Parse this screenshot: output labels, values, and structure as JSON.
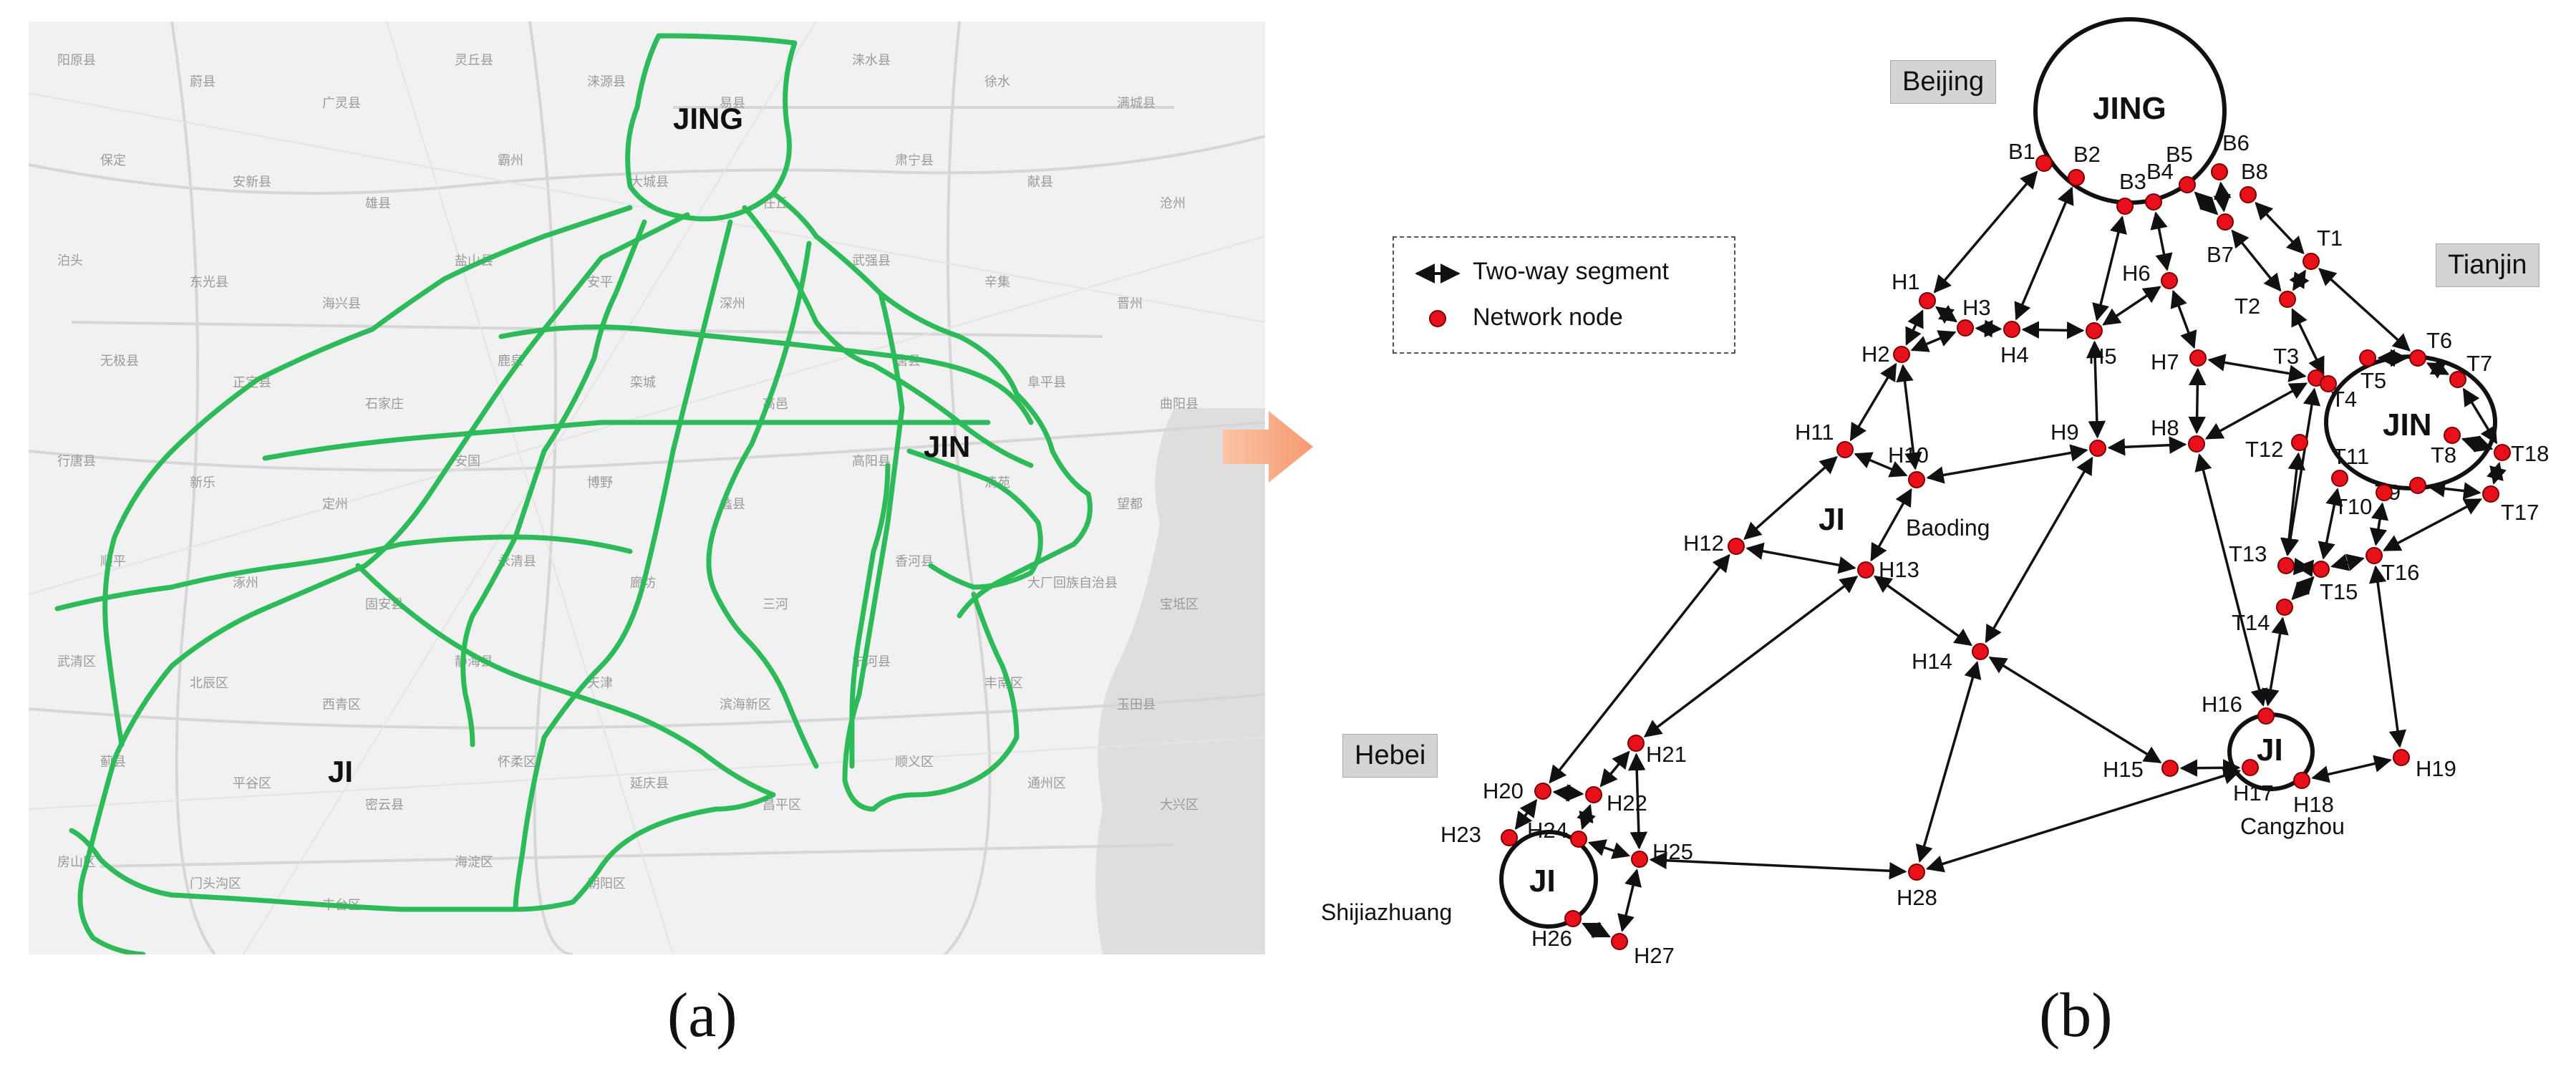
{
  "panel_a": {
    "caption": "(a)",
    "region_labels": {
      "jing": "JING",
      "jin": "JIN",
      "ji": "JI"
    },
    "highway_color": "#2dbb5a",
    "background_place_names": [
      "阳原县",
      "蔚县",
      "广灵县",
      "灵丘县",
      "涞源县",
      "易县",
      "涞水县",
      "徐水",
      "满城县",
      "保定",
      "安新县",
      "雄县",
      "霸州",
      "大城县",
      "任丘",
      "肃宁县",
      "献县",
      "沧州",
      "泊头",
      "东光县",
      "海兴县",
      "盐山县",
      "安平",
      "深州",
      "武强县",
      "辛集",
      "晋州",
      "无极县",
      "正定县",
      "石家庄",
      "鹿泉",
      "栾城",
      "高邑",
      "唐县",
      "阜平县",
      "曲阳县",
      "行唐县",
      "新乐",
      "定州",
      "安国",
      "博野",
      "蠡县",
      "高阳县",
      "清苑",
      "望都",
      "顺平",
      "涿州",
      "固安县",
      "永清县",
      "廊坊",
      "三河",
      "香河县",
      "大厂回族自治县",
      "宝坻区",
      "武清区",
      "北辰区",
      "西青区",
      "静海县",
      "天津",
      "滨海新区",
      "宁河县",
      "丰南区",
      "玉田县",
      "蓟县",
      "平谷区",
      "密云县",
      "怀柔区",
      "延庆县",
      "昌平区",
      "顺义区",
      "通州区",
      "大兴区",
      "房山区",
      "门头沟区",
      "丰台区",
      "海淀区",
      "朝阳区"
    ]
  },
  "panel_b": {
    "caption": "(b)",
    "region_boxes": {
      "beijing": "Beijing",
      "tianjin": "Tianjin",
      "hebei": "Hebei"
    },
    "big_labels": {
      "jing": "JING",
      "jin": "JIN",
      "ji_center": "JI",
      "ji_shijiazhuang": "JI",
      "ji_cangzhou": "JI"
    },
    "city_labels": {
      "baoding": "Baoding",
      "shijiazhuang": "Shijiazhuang",
      "cangzhou": "Cangzhou"
    },
    "legend": {
      "two_way": "Two-way segment",
      "node": "Network node"
    },
    "node_color": "#e8101a",
    "nodes": [
      "B1",
      "B2",
      "B3",
      "B4",
      "B5",
      "B6",
      "B7",
      "B8",
      "T1",
      "T2",
      "T3",
      "T4",
      "T5",
      "T6",
      "T7",
      "T8",
      "T9",
      "T10",
      "T11",
      "T12",
      "T13",
      "T14",
      "T15",
      "T16",
      "T17",
      "T18",
      "H1",
      "H2",
      "H3",
      "H4",
      "H5",
      "H6",
      "H7",
      "H8",
      "H9",
      "H10",
      "H11",
      "H12",
      "H13",
      "H14",
      "H15",
      "H16",
      "H17",
      "H18",
      "H19",
      "H20",
      "H21",
      "H22",
      "H23",
      "H24",
      "H25",
      "H26",
      "H27",
      "H28"
    ],
    "two_way_segments": [
      [
        "B1",
        "H1"
      ],
      [
        "B2",
        "H4"
      ],
      [
        "B3",
        "H5"
      ],
      [
        "B4",
        "H6"
      ],
      [
        "B5",
        "B7"
      ],
      [
        "B6",
        "B7"
      ],
      [
        "B8",
        "T1"
      ],
      [
        "H1",
        "H2"
      ],
      [
        "H1",
        "H3"
      ],
      [
        "H2",
        "H3"
      ],
      [
        "H3",
        "H4"
      ],
      [
        "H4",
        "H5"
      ],
      [
        "H5",
        "H6"
      ],
      [
        "H5",
        "H9"
      ],
      [
        "H6",
        "H7"
      ],
      [
        "B7",
        "T2"
      ],
      [
        "T1",
        "T2"
      ],
      [
        "T1",
        "T6"
      ],
      [
        "T2",
        "T4"
      ],
      [
        "H7",
        "T3"
      ],
      [
        "H7",
        "H8"
      ],
      [
        "H8",
        "H9"
      ],
      [
        "H8",
        "T3"
      ],
      [
        "H8",
        "H16"
      ],
      [
        "H9",
        "H10"
      ],
      [
        "H9",
        "H14"
      ],
      [
        "H10",
        "H11"
      ],
      [
        "H10",
        "H13"
      ],
      [
        "H10",
        "H2"
      ],
      [
        "H11",
        "H2"
      ],
      [
        "H11",
        "H12"
      ],
      [
        "H12",
        "H13"
      ],
      [
        "H12",
        "H20"
      ],
      [
        "H13",
        "H14"
      ],
      [
        "H13",
        "H21"
      ],
      [
        "H14",
        "H15"
      ],
      [
        "H14",
        "H28"
      ],
      [
        "H15",
        "H17"
      ],
      [
        "H16",
        "T14"
      ],
      [
        "H17",
        "H28"
      ],
      [
        "H18",
        "H19"
      ],
      [
        "H19",
        "T16"
      ],
      [
        "T3",
        "T13"
      ],
      [
        "T5",
        "T6"
      ],
      [
        "T6",
        "T7"
      ],
      [
        "T7",
        "T18"
      ],
      [
        "T8",
        "T18"
      ],
      [
        "T9",
        "T17"
      ],
      [
        "T10",
        "T16"
      ],
      [
        "T11",
        "T15"
      ],
      [
        "T12",
        "T13"
      ],
      [
        "T13",
        "T15"
      ],
      [
        "T14",
        "T15"
      ],
      [
        "T16",
        "T15"
      ],
      [
        "T16",
        "T17"
      ],
      [
        "T17",
        "T18"
      ],
      [
        "H20",
        "H22"
      ],
      [
        "H21",
        "H22"
      ],
      [
        "H21",
        "H25"
      ],
      [
        "H22",
        "H24"
      ],
      [
        "H24",
        "H25"
      ],
      [
        "H25",
        "H27"
      ],
      [
        "H26",
        "H27"
      ],
      [
        "H25",
        "H28"
      ],
      [
        "H23",
        "H20"
      ]
    ]
  }
}
